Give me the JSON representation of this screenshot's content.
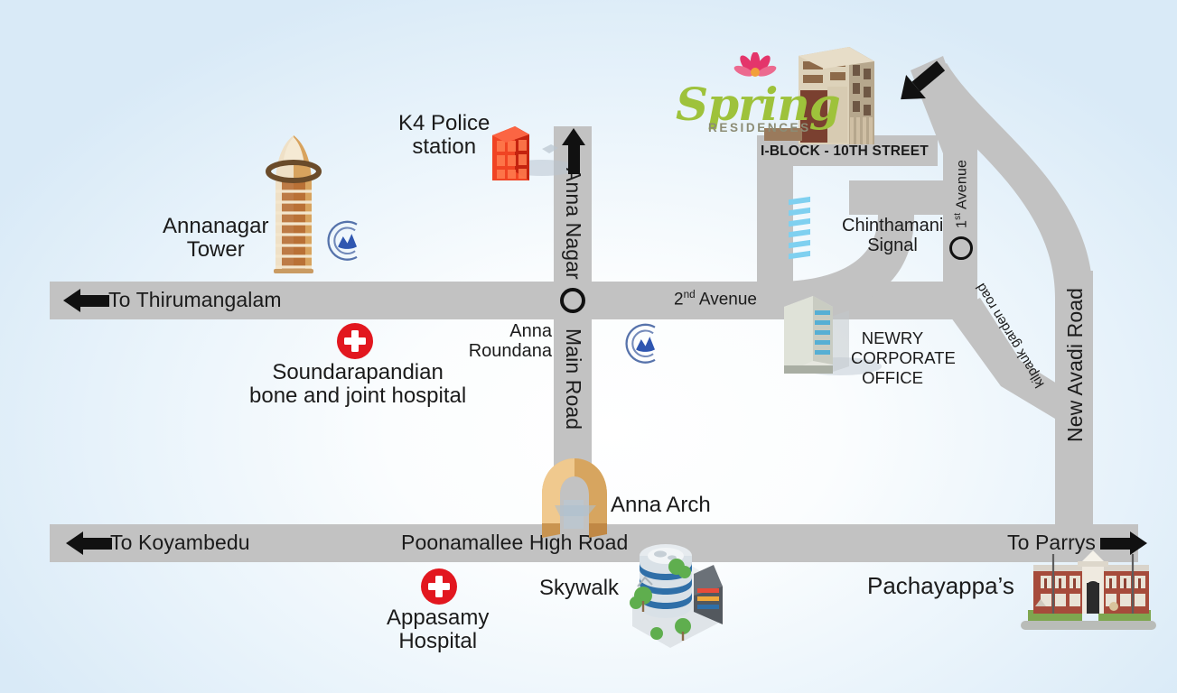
{
  "map": {
    "title": "Spring Residences location map",
    "background_color": "#dcecf8",
    "road_color": "#c2c2c2",
    "road_color_light": "#cfcfcf",
    "ink_color": "#1b1b1b"
  },
  "brand": {
    "name": "Spring",
    "subtitle": "RESIDENCES",
    "word_color": "#9ec23b",
    "flower_color": "#e4356b"
  },
  "roads": [
    {
      "id": "second-avenue",
      "label": "2nd Avenue",
      "label_main": "2",
      "label_sup": "nd",
      "label_rest": " Avenue",
      "orientation": "horizontal"
    },
    {
      "id": "anna-nagar",
      "label": "Anna Nagar",
      "orientation": "vertical"
    },
    {
      "id": "main-road",
      "label": "Main Road",
      "orientation": "vertical"
    },
    {
      "id": "poonamallee-high-road",
      "label": "Poonamallee High Road",
      "orientation": "horizontal"
    },
    {
      "id": "new-avadi-road",
      "label": "New Avadi Road",
      "orientation": "vertical"
    },
    {
      "id": "first-avenue",
      "label": "1st Avenue",
      "label_main": "1",
      "label_sup": "st",
      "label_rest": " Avenue",
      "orientation": "vertical"
    },
    {
      "id": "kilpauk-garden-road",
      "label": "kilpauk garden road",
      "orientation": "diagonal"
    },
    {
      "id": "i-block-10th-street",
      "label": "I-BLOCK - 10TH STREET",
      "orientation": "horizontal"
    }
  ],
  "directions": [
    {
      "id": "to-thirumangalam",
      "label": "To Thirumangalam",
      "arrow": "left-arrow-icon"
    },
    {
      "id": "to-koyambedu",
      "label": "To Koyambedu",
      "arrow": "left-arrow-icon"
    },
    {
      "id": "to-parrys",
      "label": "To Parrys",
      "arrow": "right-arrow-icon"
    },
    {
      "id": "anna-nagar-up",
      "label": "",
      "arrow": "up-arrow-icon"
    },
    {
      "id": "top-right-diagonal",
      "label": "",
      "arrow": "up-left-arrow-icon"
    }
  ],
  "places": [
    {
      "id": "annanagar-tower",
      "label": "Annanagar\nTower",
      "line1": "Annanagar",
      "line2": "Tower",
      "icon": "tower-icon"
    },
    {
      "id": "k4-police-station",
      "label": "K4 Police\nstation",
      "line1": "K4 Police",
      "line2": "station",
      "icon": "police-building-icon"
    },
    {
      "id": "soundarapandian-hospital",
      "line1": "Soundarapandian",
      "line2": "bone and joint hospital",
      "icon": "medical-cross-icon"
    },
    {
      "id": "appasamy-hospital",
      "line1": "Appasamy",
      "line2": "Hospital",
      "icon": "medical-cross-icon"
    },
    {
      "id": "anna-roundana",
      "line1": "Anna",
      "line2": "Roundana",
      "icon": "roundabout-icon"
    },
    {
      "id": "chinthamani-signal",
      "line1": "Chinthamani",
      "line2": "Signal",
      "icon": "roundabout-icon"
    },
    {
      "id": "newry-corporate-office",
      "line1": "NEWRY",
      "line2": "CORPORATE",
      "line3": "OFFICE",
      "icon": "office-tower-icon"
    },
    {
      "id": "anna-arch",
      "line1": "Anna Arch",
      "icon": "arch-icon"
    },
    {
      "id": "skywalk",
      "line1": "Skywalk",
      "icon": "skywalk-building-icon"
    },
    {
      "id": "pachayappas",
      "line1": "Pachayappa’s",
      "icon": "college-building-icon"
    }
  ]
}
